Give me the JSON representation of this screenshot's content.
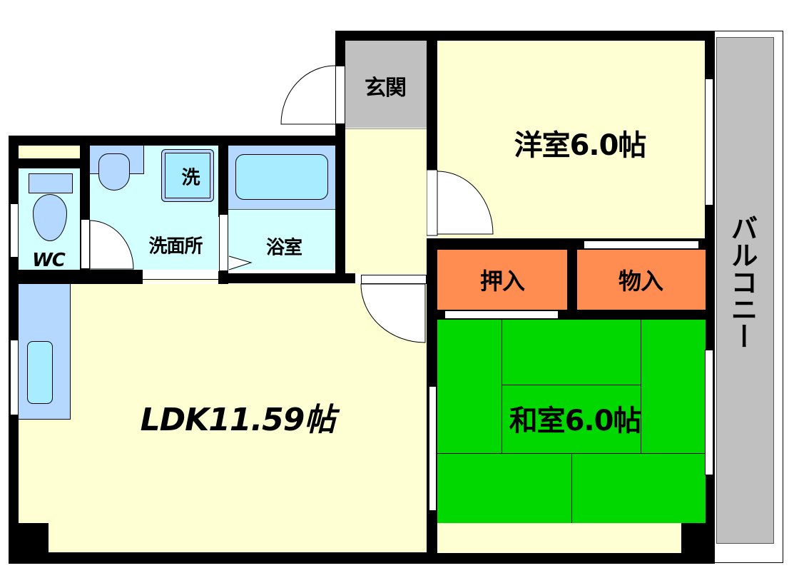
{
  "floor_plan": {
    "rooms": {
      "genkan": {
        "label": "玄関",
        "color": "#c0c0c0"
      },
      "western_room": {
        "label": "洋室6.0帖",
        "color": "#ffffd4"
      },
      "balcony": {
        "label": "バルコニー",
        "color": "#c0c0c0"
      },
      "oshiire": {
        "label": "押入",
        "color": "#ff8c50"
      },
      "monoire": {
        "label": "物入",
        "color": "#ff8c50"
      },
      "japanese_room": {
        "label": "和室6.0帖",
        "color": "#00d800"
      },
      "ldk": {
        "label": "LDK11.59帖",
        "color": "#ffffd4"
      },
      "washroom": {
        "label": "洗面所",
        "color": "#d4ffff"
      },
      "bathroom": {
        "label": "浴室",
        "color": "#d4ffff"
      },
      "wc": {
        "label": "WC",
        "color": "#d4ffff"
      },
      "washing_machine": {
        "label": "洗"
      }
    },
    "colors": {
      "wall": "#000000",
      "fixture": "#b4d8ff",
      "tub": "#a8ecff"
    }
  }
}
